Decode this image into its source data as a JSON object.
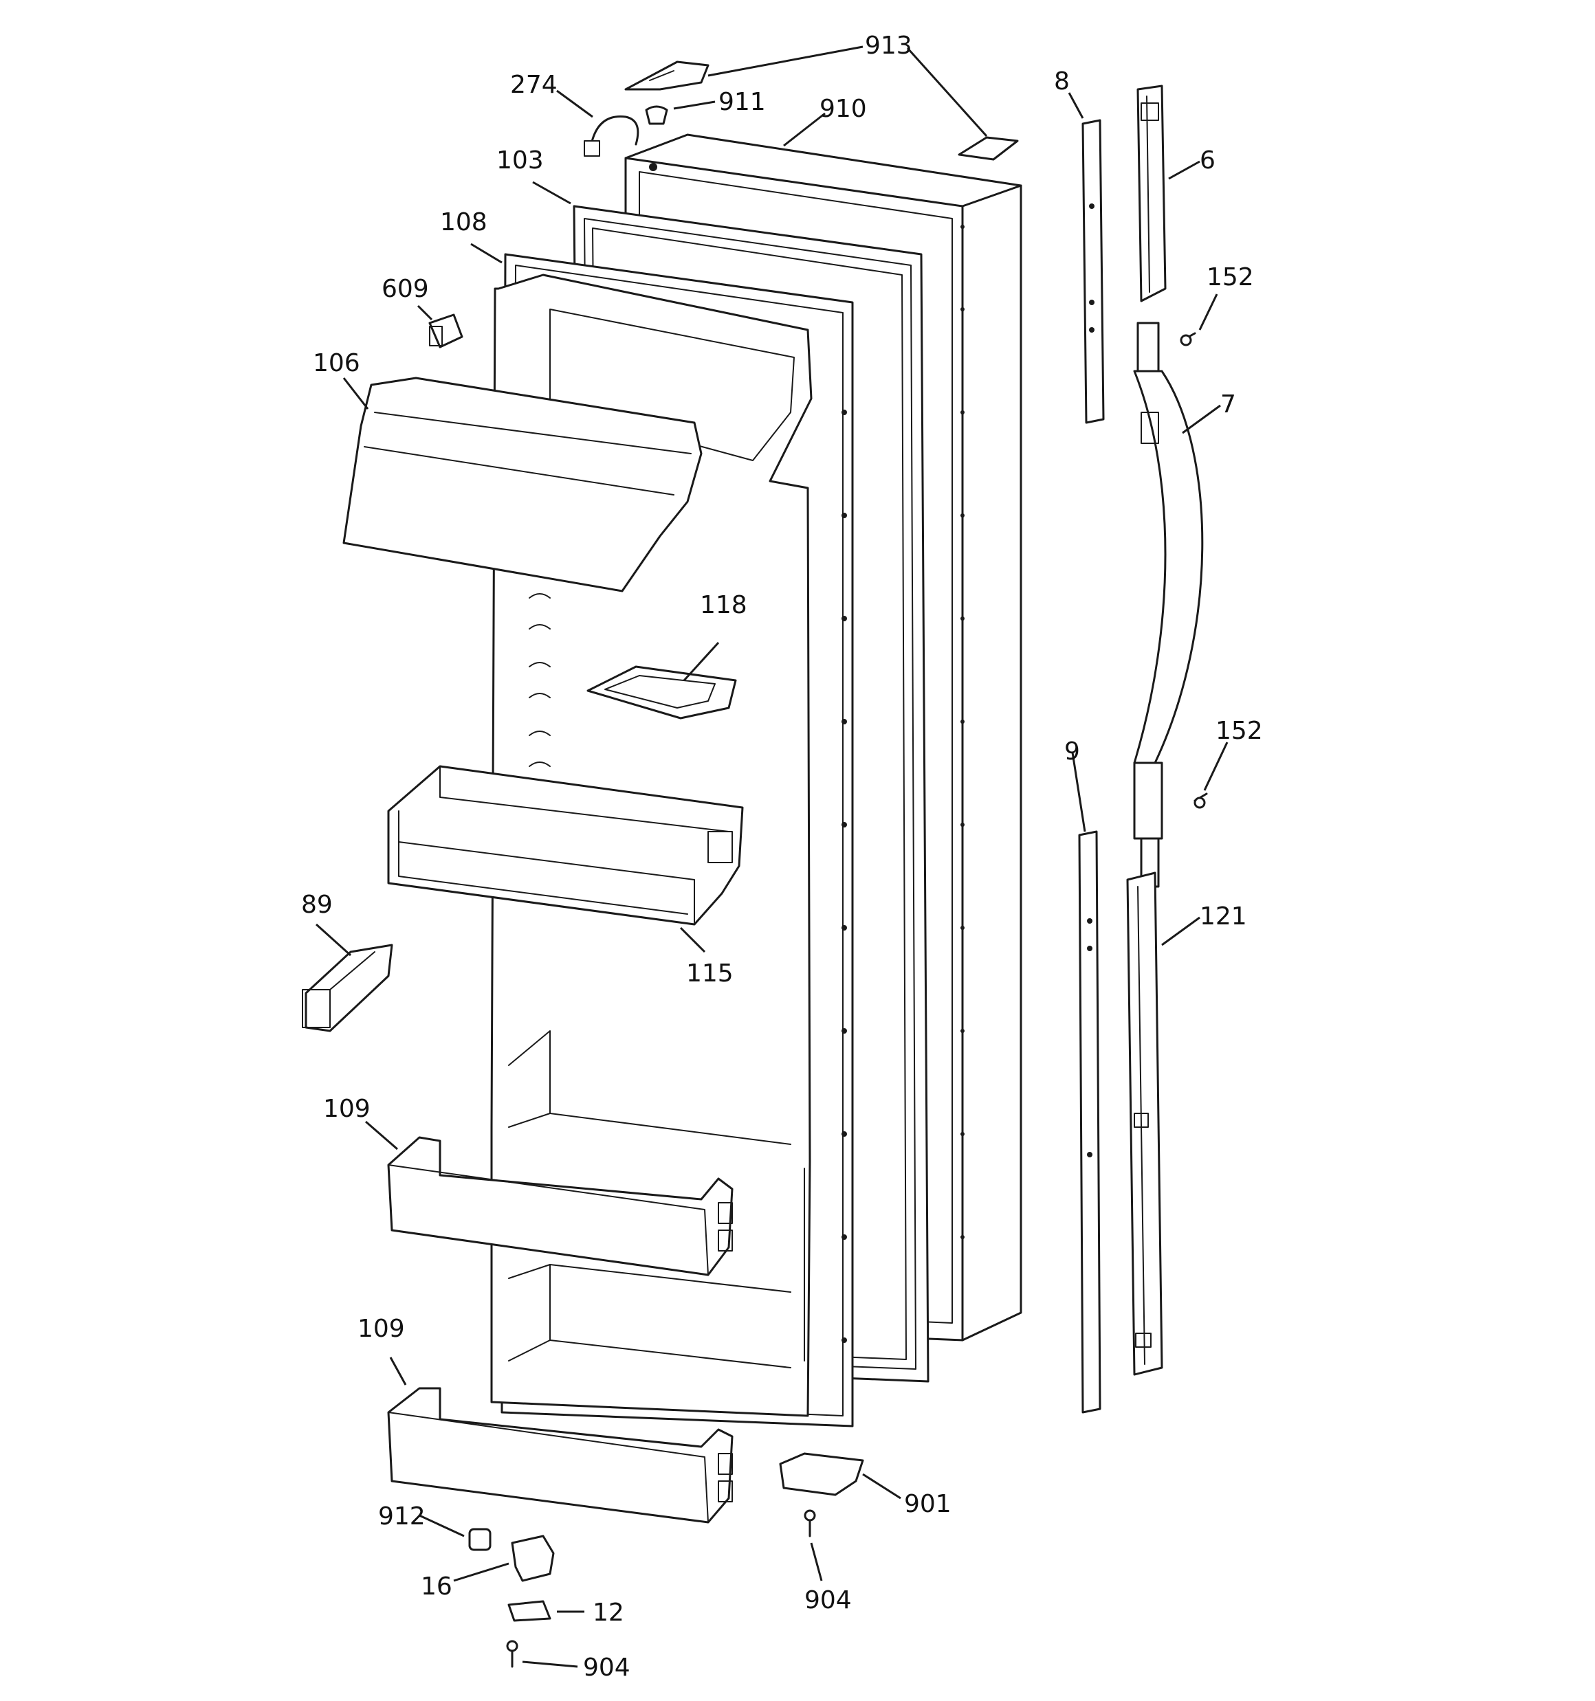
{
  "callouts": {
    "c913": "913",
    "c274": "274",
    "c911": "911",
    "c910": "910",
    "c8": "8",
    "c6": "6",
    "c103": "103",
    "c108": "108",
    "c609": "609",
    "c152a": "152",
    "c106": "106",
    "c7": "7",
    "c118": "118",
    "c9": "9",
    "c152b": "152",
    "c89": "89",
    "c115": "115",
    "c121": "121",
    "c109a": "109",
    "c109b": "109",
    "c912": "912",
    "c901": "901",
    "c16": "16",
    "c904a": "904",
    "c12": "12",
    "c904b": "904"
  },
  "colors": {
    "line": "#1a1a1a",
    "background": "#ffffff"
  }
}
